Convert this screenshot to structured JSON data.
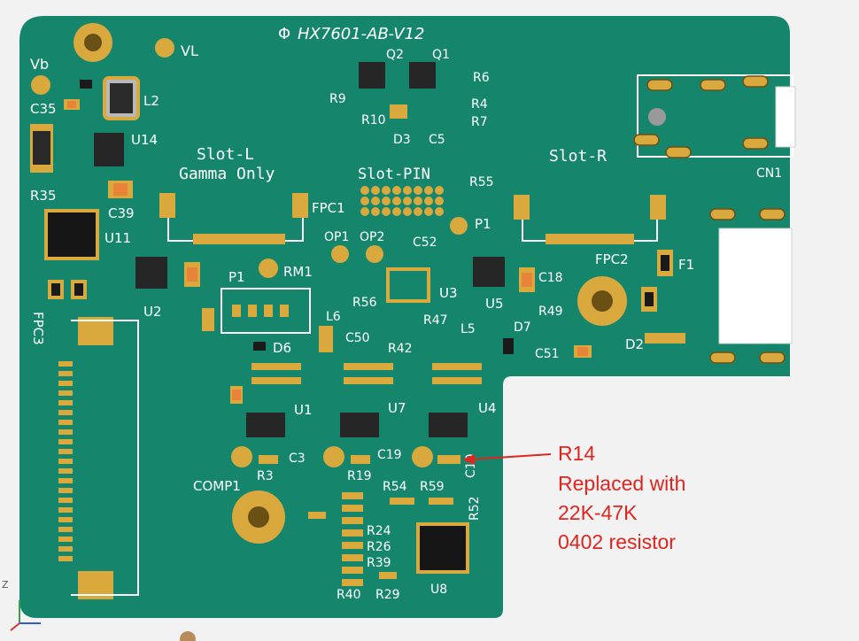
{
  "board": {
    "title": "HX7601-AB-V12",
    "title_prefix_glyph": "Φ",
    "colors": {
      "board": "#15866c",
      "pad": "#d9a93d",
      "copper_dark": "#7a5a14",
      "silk": "#ffffff",
      "annotation": "#e0251f",
      "background": "#f2f2f2"
    }
  },
  "labels": {
    "vl": "VL",
    "vb": "Vb",
    "c35": "C35",
    "l2": "L2",
    "u14": "U14",
    "r35": "R35",
    "c39": "C39",
    "u11": "U11",
    "u2": "U2",
    "fpc3": "FPC3",
    "slot_l_1": "Slot-L",
    "slot_l_2": "Gamma Only",
    "fpc1": "FPC1",
    "slot_pin": "Slot-PIN",
    "r55": "R55",
    "p1_mid": "P1",
    "slot_r": "Slot-R",
    "cn1": "CN1",
    "fpc2": "FPC2",
    "f1": "F1",
    "q2": "Q2",
    "q1": "Q1",
    "r6": "R6",
    "r9": "R9",
    "r4": "R4",
    "r10": "R10",
    "r7": "R7",
    "d3": "D3",
    "c5": "C5",
    "op1": "OP1",
    "op2": "OP2",
    "c52": "C52",
    "u3": "U3",
    "r56": "R56",
    "r47": "R47",
    "u5": "U5",
    "c18": "C18",
    "p1_left": "P1",
    "rm1": "RM1",
    "l6": "L6",
    "d6": "D6",
    "c50": "C50",
    "r42": "R42",
    "l5": "L5",
    "d7": "D7",
    "r49": "R49",
    "c51": "C51",
    "d2": "D2",
    "u1": "U1",
    "u7": "U7",
    "u4": "U4",
    "c3": "C3",
    "r3": "R3",
    "comp1": "COMP1",
    "r19": "R19",
    "c19": "C19",
    "r54": "R54",
    "r59": "R59",
    "c10": "C10",
    "r52": "R52",
    "r24": "R24",
    "r26": "R26",
    "r39": "R39",
    "r40": "R40",
    "r29": "R29",
    "u8": "U8"
  },
  "annotation": {
    "line1": "R14",
    "line2": "Replaced with",
    "line3": "22K-47K",
    "line4": "0402 resistor"
  },
  "axis_indicator": {
    "z": "Z"
  }
}
